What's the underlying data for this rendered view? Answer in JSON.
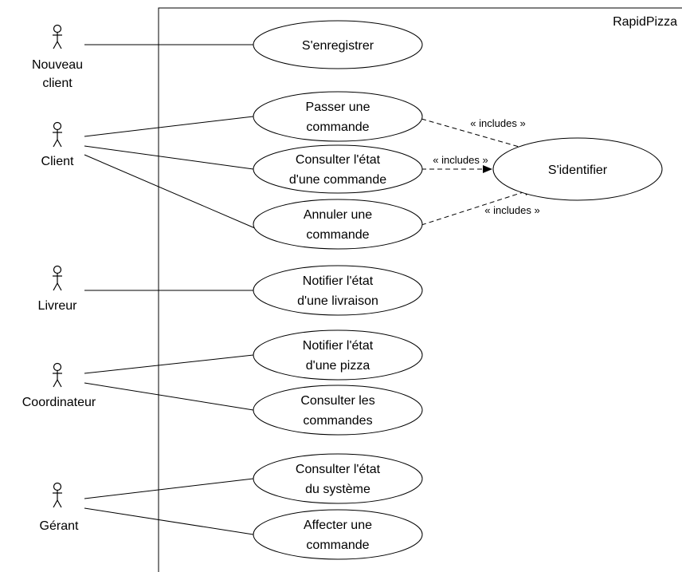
{
  "system": {
    "name": "RapidPizza"
  },
  "actors": {
    "nouveau_client": {
      "line1": "Nouveau",
      "line2": "client"
    },
    "client": {
      "label": "Client"
    },
    "livreur": {
      "label": "Livreur"
    },
    "coordinateur": {
      "label": "Coordinateur"
    },
    "gerant": {
      "label": "Gérant"
    }
  },
  "use_cases": {
    "enregistrer": {
      "line1": "S'enregistrer"
    },
    "passer": {
      "line1": "Passer une",
      "line2": "commande"
    },
    "consulter_etat_commande": {
      "line1": "Consulter l'état",
      "line2": "d'une commande"
    },
    "annuler": {
      "line1": "Annuler une",
      "line2": "commande"
    },
    "identifier": {
      "line1": "S'identifier"
    },
    "notifier_livraison": {
      "line1": "Notifier l'état",
      "line2": "d'une livraison"
    },
    "notifier_pizza": {
      "line1": "Notifier l'état",
      "line2": "d'une pizza"
    },
    "consulter_commandes": {
      "line1": "Consulter les",
      "line2": "commandes"
    },
    "consulter_systeme": {
      "line1": "Consulter l'état",
      "line2": "du système"
    },
    "affecter": {
      "line1": "Affecter une",
      "line2": "commande"
    }
  },
  "relations": {
    "include_passer": "« includes »",
    "include_consulter": "« includes »",
    "include_annuler": "« includes »"
  }
}
